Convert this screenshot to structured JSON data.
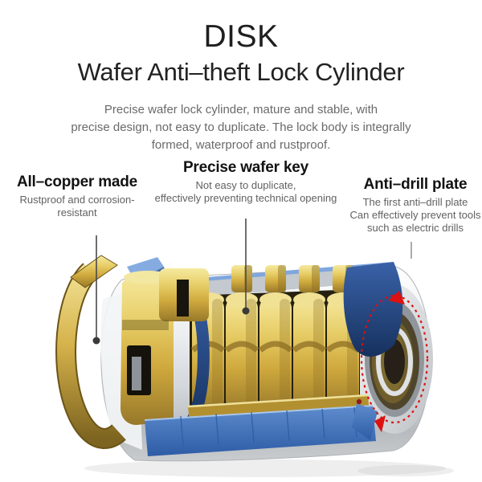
{
  "header": {
    "title": "DISK",
    "subtitle": "Wafer Anti–theft Lock Cylinder",
    "description_lines": [
      "Precise wafer lock cylinder, mature and stable, with",
      "precise design, not easy to duplicate. The lock body is integrally",
      "formed, waterproof and rustproof."
    ]
  },
  "callouts": [
    {
      "title": "All–copper made",
      "lines": [
        "Rustproof and corrosion-",
        "resistant"
      ]
    },
    {
      "title": "Precise wafer key",
      "lines": [
        "Not easy to duplicate,",
        "effectively preventing technical opening"
      ]
    },
    {
      "title": "Anti–drill plate",
      "lines": [
        "The first anti–drill plate",
        "Can effectively prevent tools",
        "such as electric drills"
      ]
    }
  ],
  "figure": {
    "palette": {
      "brass": "#d4b14a",
      "brass_light": "#f2e193",
      "brass_dark": "#8a6c22",
      "steel_light": "#f5f6f7",
      "steel": "#d4d7da",
      "steel_dark": "#b5b9bd",
      "sleeve_blue": "#4677c0",
      "sleeve_navy": "#1c3f78",
      "rotation_arrow_red": "#dd1111",
      "leader_line_gray": "#4a4a4a",
      "title_text": "#1f1f1f",
      "body_text": "#6a6a6a"
    }
  }
}
